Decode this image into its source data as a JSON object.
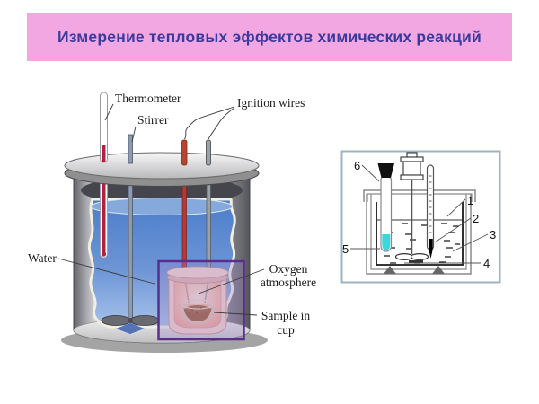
{
  "slide": {
    "title": "Измерение тепловых эффектов химических реакций",
    "colors": {
      "banner_bg": "#F2A6E2",
      "title_color": "#3B3B9E",
      "water_blue": "#5E8BD2",
      "mercury_red": "#B02040",
      "bomb_pink": "#EF9F8F",
      "highlight_purple": "#5B2D90",
      "cyan_liquid": "#38D8DC"
    }
  },
  "bomb_calorimeter": {
    "labels": {
      "thermometer": "Thermometer",
      "stirrer": "Stirrer",
      "ignition_wires": "Ignition wires",
      "water": "Water",
      "oxygen_atmosphere_line1": "Oxygen",
      "oxygen_atmosphere_line2": "atmosphere",
      "sample_in_cup_line1": "Sample in",
      "sample_in_cup_line2": "cup"
    }
  },
  "schematic": {
    "labels": {
      "item1": "1",
      "item2": "2",
      "item3": "3",
      "item4": "4",
      "item5": "5",
      "item6": "6"
    }
  }
}
